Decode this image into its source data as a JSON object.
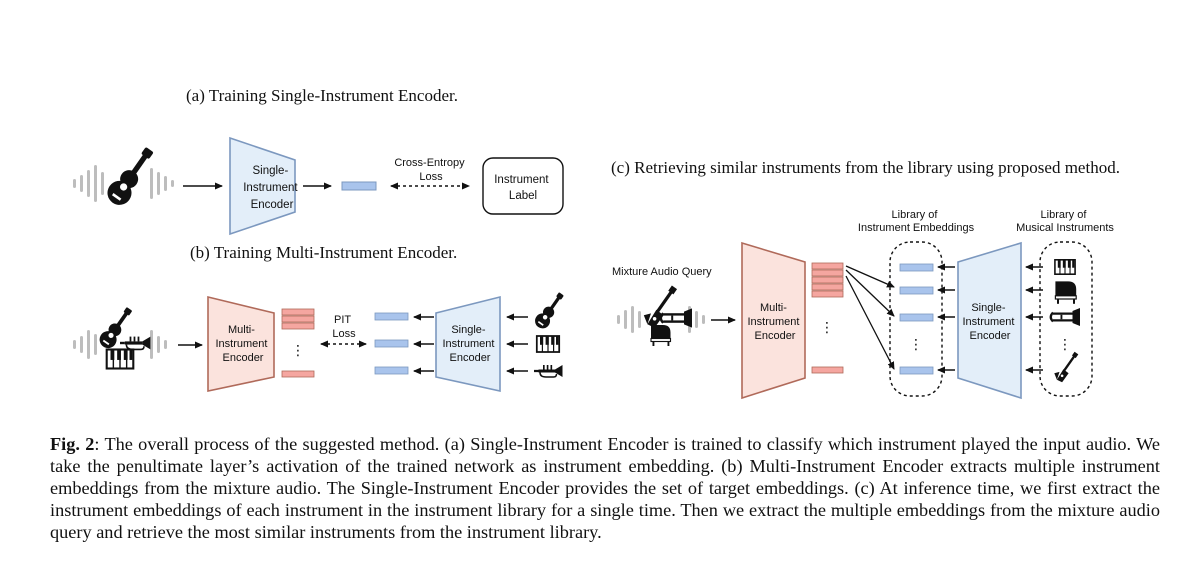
{
  "panels": {
    "a_title": "(a) Training Single-Instrument Encoder.",
    "b_title": "(b) Training Multi-Instrument Encoder.",
    "c_title": "(c) Retrieving similar instruments from the library using proposed method."
  },
  "labels": {
    "single_encoder": [
      "Single-",
      "Instrument",
      "Encoder"
    ],
    "multi_encoder": [
      "Multi-",
      "Instrument",
      "Encoder"
    ],
    "cross_entropy": [
      "Cross-Entropy",
      "Loss"
    ],
    "instrument_label": [
      "Instrument",
      "Label"
    ],
    "pit_loss": [
      "PIT",
      "Loss"
    ],
    "mixture_query": "Mixture Audio Query",
    "library_embeddings": [
      "Library of",
      "Instrument Embeddings"
    ],
    "library_instruments": [
      "Library of",
      "Musical Instruments"
    ],
    "ellipsis": "⋮"
  },
  "caption": {
    "fig_label": "Fig. 2",
    "text": ": The overall process of the suggested method. (a) Single-Instrument Encoder is trained to classify which instrument played the input audio.  We take the penultimate layer’s activation of the trained network as instrument embedding. (b) Multi-Instrument Encoder extracts multiple instrument embeddings from the mixture audio.  The Single-Instrument Encoder provides the set of target embeddings. (c) At inference time, we first extract the instrument embeddings of each instrument in the instrument library for a single time. Then we extract the multiple embeddings from the mixture audio query and retrieve the most similar instruments from the instrument library."
  },
  "colors": {
    "blue_fill": "#e3eef9",
    "blue_stroke": "#7c98bf",
    "blue_embed": "#a9c4ec",
    "red_fill": "#fbe3dd",
    "red_stroke": "#b06a5a",
    "red_embed": "#f5a6a0",
    "wave": "#bdbdbd"
  },
  "icons": [
    "guitar-icon",
    "trumpet-icon",
    "piano-icon",
    "electric-guitar-icon",
    "trombone-icon",
    "grand-piano-icon"
  ]
}
